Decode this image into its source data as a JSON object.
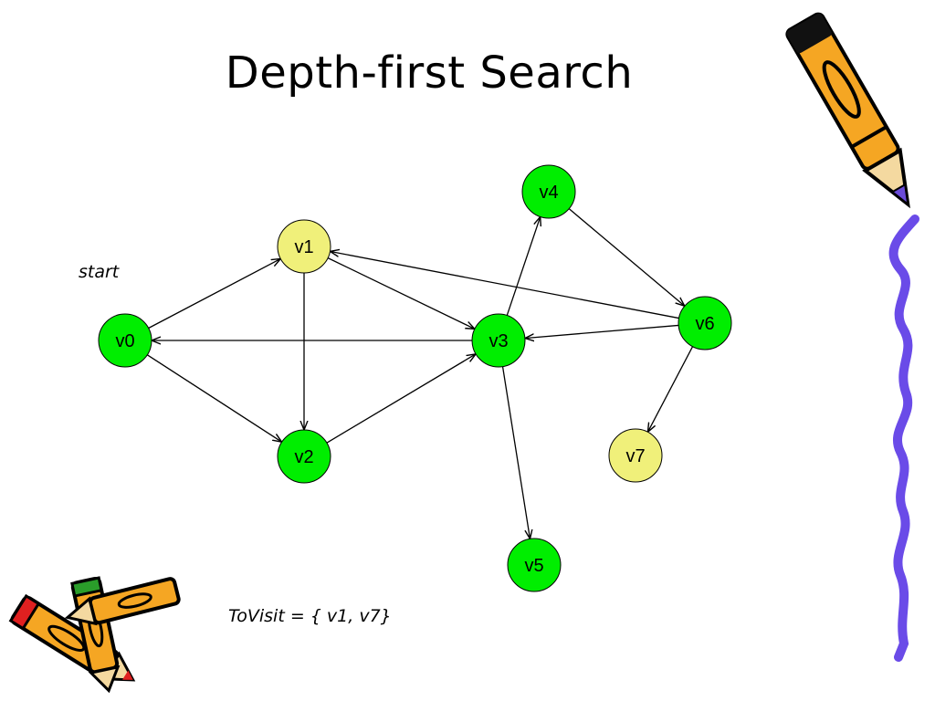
{
  "slide": {
    "title": "Depth-first Search",
    "start_label": "start",
    "to_visit_text": "ToVisit = { v1, v7}"
  },
  "colors": {
    "unvisited_or_done": "#00ee00",
    "in_to_visit": "#f0f07a",
    "pencil_body": "#f5a623",
    "pencil_tip": "#6a4bd8",
    "squiggle": "#6a4be8"
  },
  "graph": {
    "nodes": [
      {
        "id": "v0",
        "label": "v0",
        "state": "green"
      },
      {
        "id": "v1",
        "label": "v1",
        "state": "yellow"
      },
      {
        "id": "v2",
        "label": "v2",
        "state": "green"
      },
      {
        "id": "v3",
        "label": "v3",
        "state": "green"
      },
      {
        "id": "v4",
        "label": "v4",
        "state": "green"
      },
      {
        "id": "v5",
        "label": "v5",
        "state": "green"
      },
      {
        "id": "v6",
        "label": "v6",
        "state": "green"
      },
      {
        "id": "v7",
        "label": "v7",
        "state": "yellow"
      }
    ],
    "edges": [
      {
        "from": "v0",
        "to": "v1"
      },
      {
        "from": "v0",
        "to": "v2"
      },
      {
        "from": "v1",
        "to": "v2"
      },
      {
        "from": "v1",
        "to": "v3"
      },
      {
        "from": "v2",
        "to": "v3"
      },
      {
        "from": "v3",
        "to": "v0"
      },
      {
        "from": "v3",
        "to": "v4"
      },
      {
        "from": "v3",
        "to": "v5"
      },
      {
        "from": "v4",
        "to": "v6"
      },
      {
        "from": "v6",
        "to": "v1"
      },
      {
        "from": "v6",
        "to": "v3"
      },
      {
        "from": "v6",
        "to": "v7"
      }
    ]
  },
  "decorations": [
    "pencil-icon",
    "crossed-pencils-icon",
    "squiggle-border"
  ]
}
